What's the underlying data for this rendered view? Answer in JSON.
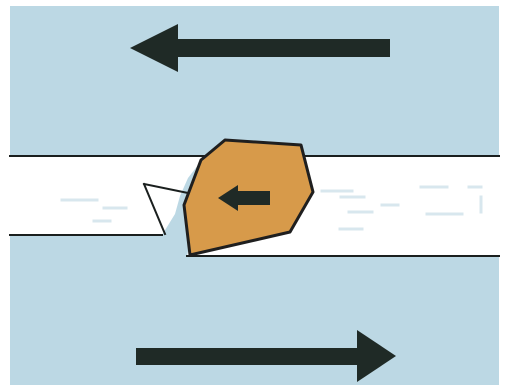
{
  "diagram": {
    "colors": {
      "background": "#bcd8e4",
      "frame": "#ffffff",
      "crack_fill": "#ffffff",
      "crack_outline": "#1a1f1e",
      "crack_texture": "#d8e7ee",
      "block_fill": "#d79a4a",
      "block_outline": "#1f1f1f",
      "arrow": "#1f2a26"
    },
    "motion": {
      "top_arrow_direction": "left",
      "bottom_arrow_direction": "right",
      "block_arrow_direction": "left"
    },
    "icons": [
      "left-arrow-icon",
      "right-arrow-icon",
      "block-motion-arrow-icon"
    ]
  }
}
